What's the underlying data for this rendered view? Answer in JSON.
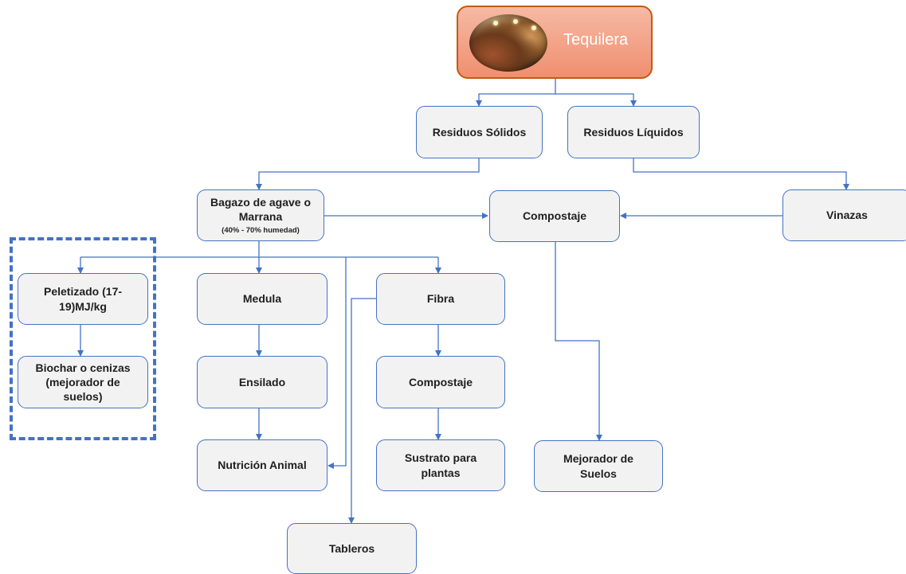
{
  "root": {
    "label": "Tequilera",
    "image": "tequila-distillery-photo"
  },
  "nodes": {
    "solidos": "Residuos Sólidos",
    "liquidos": "Residuos Líquidos",
    "bagazo": "Bagazo de agave o Marrana",
    "bagazo_note": "(40% - 70% humedad)",
    "compostaje_main": "Compostaje",
    "vinazas": "Vinazas",
    "peletizado": "Peletizado (17-19)MJ/kg",
    "biochar": "Biochar o cenizas (mejorador de suelos)",
    "medula": "Medula",
    "ensilado": "Ensilado",
    "nutricion": "Nutrición Animal",
    "fibra": "Fibra",
    "compostaje_fibra": "Compostaje",
    "sustrato": "Sustrato para plantas",
    "mejorador": "Mejorador de Suelos",
    "tableros": "Tableros"
  },
  "colors": {
    "line": "#4472c4",
    "box_fill": "#f2f2f2",
    "root_fill": "#f4a582",
    "root_border": "#c55a11"
  }
}
